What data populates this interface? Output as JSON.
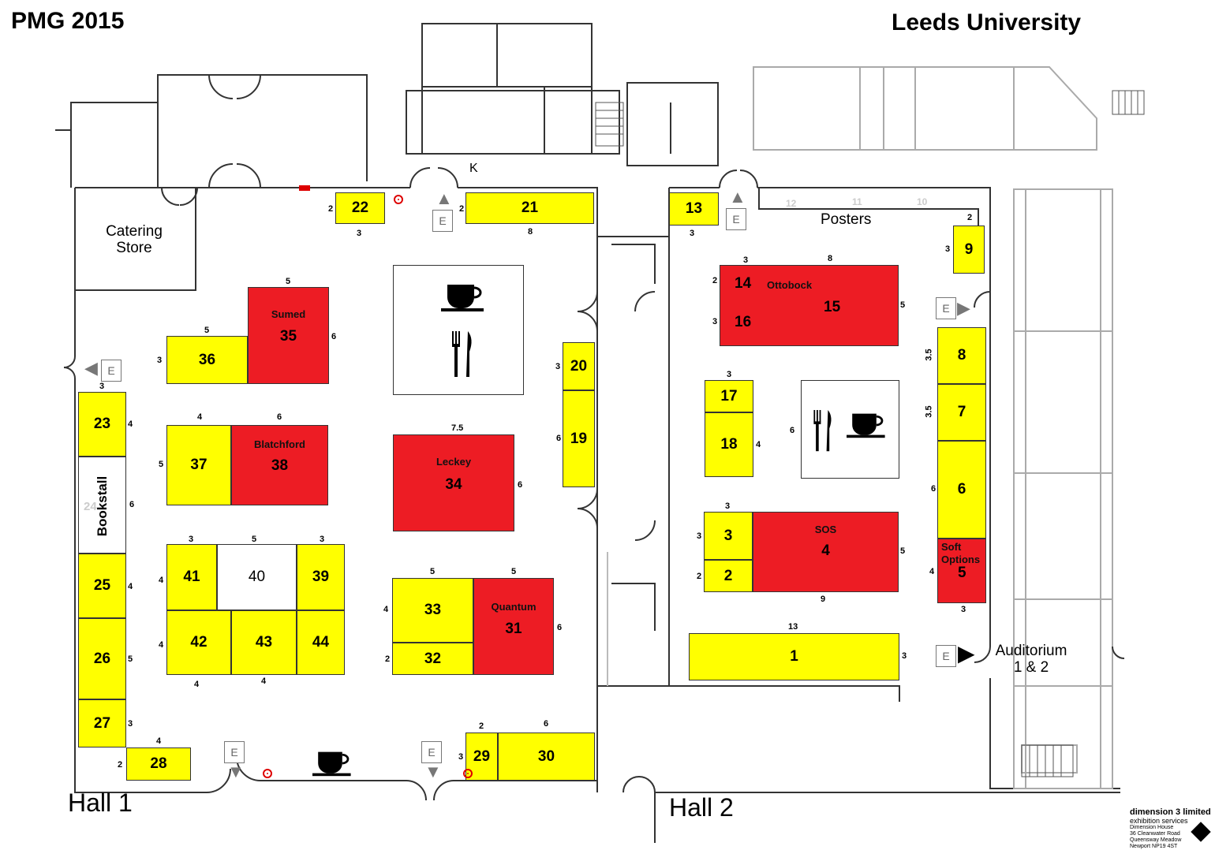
{
  "title_left": "PMG 2015",
  "title_right": "Leeds University",
  "halls": {
    "hall1": "Hall 1",
    "hall2": "Hall 2"
  },
  "areas": {
    "catering_store": "Catering\nStore",
    "posters": "Posters",
    "bookstall": "Bookstall",
    "auditorium": "Auditorium\n1 & 2",
    "exit_letter": "E",
    "k_label": "K"
  },
  "poster_numbers": [
    "12",
    "11",
    "10"
  ],
  "booths": [
    {
      "id": "b22",
      "num": "22",
      "color": "y"
    },
    {
      "id": "b21",
      "num": "21",
      "color": "y"
    },
    {
      "id": "b13",
      "num": "13",
      "color": "y"
    },
    {
      "id": "b9",
      "num": "9",
      "color": "y"
    },
    {
      "id": "b36",
      "num": "36",
      "color": "y"
    },
    {
      "id": "b35",
      "num": "35",
      "color": "r",
      "name": "Sumed"
    },
    {
      "id": "b37",
      "num": "37",
      "color": "y"
    },
    {
      "id": "b38",
      "num": "38",
      "color": "r",
      "name": "Blatchford"
    },
    {
      "id": "b34",
      "num": "34",
      "color": "r",
      "name": "Leckey"
    },
    {
      "id": "b20",
      "num": "20",
      "color": "y"
    },
    {
      "id": "b19",
      "num": "19",
      "color": "y"
    },
    {
      "id": "b23",
      "num": "23",
      "color": "y"
    },
    {
      "id": "b24",
      "num": "24",
      "color": "w"
    },
    {
      "id": "b25",
      "num": "25",
      "color": "y"
    },
    {
      "id": "b26",
      "num": "26",
      "color": "y"
    },
    {
      "id": "b27",
      "num": "27",
      "color": "y"
    },
    {
      "id": "b28",
      "num": "28",
      "color": "y"
    },
    {
      "id": "b41",
      "num": "41",
      "color": "y"
    },
    {
      "id": "b40",
      "num": "40",
      "color": "w"
    },
    {
      "id": "b39",
      "num": "39",
      "color": "y"
    },
    {
      "id": "b42",
      "num": "42",
      "color": "y"
    },
    {
      "id": "b43",
      "num": "43",
      "color": "y"
    },
    {
      "id": "b44",
      "num": "44",
      "color": "y"
    },
    {
      "id": "b33",
      "num": "33",
      "color": "y"
    },
    {
      "id": "b32",
      "num": "32",
      "color": "y"
    },
    {
      "id": "b31",
      "num": "31",
      "color": "r",
      "name": "Quantum"
    },
    {
      "id": "b29",
      "num": "29",
      "color": "y"
    },
    {
      "id": "b30",
      "num": "30",
      "color": "y"
    },
    {
      "id": "b14",
      "num": "14",
      "color": "r",
      "name": "Ottobock"
    },
    {
      "id": "b15",
      "num": "15",
      "color": "r"
    },
    {
      "id": "b16",
      "num": "16",
      "color": "r"
    },
    {
      "id": "b17",
      "num": "17",
      "color": "y"
    },
    {
      "id": "b18",
      "num": "18",
      "color": "y"
    },
    {
      "id": "b3",
      "num": "3",
      "color": "y"
    },
    {
      "id": "b2",
      "num": "2",
      "color": "y"
    },
    {
      "id": "b4",
      "num": "4",
      "color": "r",
      "name": "SOS"
    },
    {
      "id": "b1",
      "num": "1",
      "color": "y"
    },
    {
      "id": "b8",
      "num": "8",
      "color": "y"
    },
    {
      "id": "b7",
      "num": "7",
      "color": "y"
    },
    {
      "id": "b6",
      "num": "6",
      "color": "y"
    },
    {
      "id": "b5",
      "num": "5",
      "color": "r",
      "name": "Soft\nOptions"
    }
  ],
  "dimensions": [
    "2",
    "3",
    "2",
    "8",
    "3",
    "2",
    "3",
    "8",
    "3",
    "2",
    "3",
    "5",
    "6",
    "5",
    "3",
    "4",
    "6",
    "5",
    "7.5",
    "6",
    "3",
    "6",
    "3",
    "4",
    "6",
    "4",
    "5",
    "3",
    "4",
    "3",
    "4",
    "4",
    "5",
    "3",
    "4",
    "4",
    "5",
    "5",
    "4",
    "2",
    "6",
    "2",
    "6",
    "3",
    "2",
    "3",
    "8",
    "5",
    "3",
    "3",
    "4",
    "6",
    "3",
    "3",
    "2",
    "5",
    "9",
    "13",
    "3",
    "3.5",
    "3.5",
    "6",
    "4",
    "3"
  ],
  "logo": {
    "company": "dimension 3 limited",
    "sub": "exhibition services",
    "addr1": "Dimension House",
    "addr2": "36 Cleanwater Road",
    "addr3": "Queensway Meadow",
    "addr4": "Newport NP19 4ST"
  },
  "colors": {
    "booth_yellow": "#ffff00",
    "booth_red": "#ed1c24",
    "wall": "#333333"
  }
}
